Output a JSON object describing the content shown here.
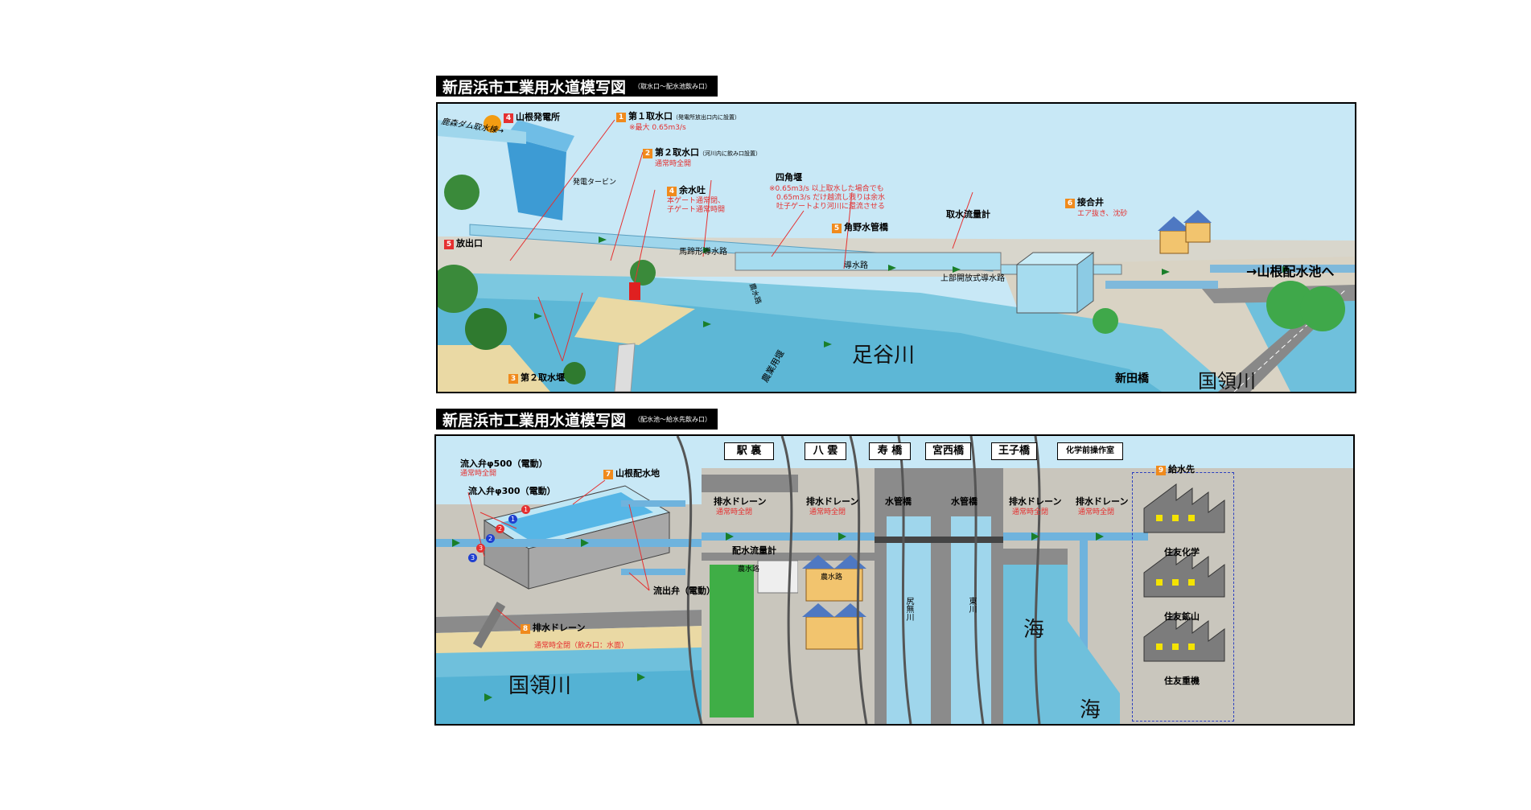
{
  "top": {
    "title": "新居浜市工業用水道模写図",
    "subtitle": "（取水口〜配水池飲み口）",
    "labels": {
      "dam_line": "鹿森ダム取水棟→",
      "plant": "山根発電所",
      "plant_num": "4",
      "turbine": "発電タービン",
      "outlet": "放出口",
      "outlet_num": "5",
      "intake1": "第１取水口",
      "intake1_note": "（発電所放出口内に設置）",
      "intake1_num": "1",
      "intake1_red": "※最大 0.65m3/s",
      "intake2": "第２取水口",
      "intake2_note": "（河川内に飲み口設置）",
      "intake2_num": "2",
      "intake2_red": "通常時全開",
      "spill": "余水吐",
      "spill_num": "4",
      "spill_red": "本ゲート通常閉、\n子ゲート通常時開",
      "weir4": "四角堰",
      "weir4_red": "※0.65m3/s 以上取水した場合でも\n　0.65m3/s だけ越流し残りは余水\n　吐子ゲートより河川に還流させる",
      "bridge": "角野水管橋",
      "bridge_num": "5",
      "flow_meter": "取水流量計",
      "junction": "接合井",
      "junction_num": "6",
      "junction_red": "エア抜き、沈砂",
      "horseshoe": "馬蹄形導水路",
      "channel": "導水路",
      "open_channel": "上部開放式導水路",
      "farm_channel": "農水路",
      "agri_weir": "農業用堰",
      "weir2": "第２取水堰",
      "weir2_num": "3",
      "river": "足谷川",
      "shinden": "新田橋",
      "kokuryo": "国領川",
      "to_yamane": "→山根配水池へ"
    }
  },
  "bottom": {
    "title": "新居浜市工業用水道模写図",
    "subtitle": "（配水池〜給水先飲み口）",
    "labels": {
      "valve500": "流入弁φ500（電動）",
      "valve500_red": "通常時全開",
      "valve300": "流入弁φ300（電動）",
      "reservoir": "山根配水地",
      "reservoir_num": "7",
      "outflow_valve": "流出弁（電動）",
      "drain": "排水ドレーン",
      "drain_num": "8",
      "drain_red": "通常時全閉（飲み口：水面）",
      "river": "国領川",
      "sec1": "駅 裏",
      "sec2": "八 雲",
      "sec3": "寿 橋",
      "sec4": "宮西橋",
      "sec5": "王子橋",
      "sec6": "化学前操作室",
      "drain_a": "排水ドレーン",
      "drain_a_red": "通常時全閉",
      "dist_meter": "配水流量計",
      "farm1": "農水路",
      "drain_b": "排水ドレーン",
      "drain_b_red": "通常時全閉",
      "farm2": "農水路",
      "pipe_bridge1": "水管橋",
      "pipe_bridge2": "水管橋",
      "river_shirinashi": "尻無川",
      "river_higashi": "東川",
      "drain_c": "排水ドレーン",
      "drain_c_red": "通常時全閉",
      "drain_d": "排水ドレーン",
      "drain_d_red": "通常時全閉",
      "sea1": "海",
      "sea2": "海",
      "supply": "給水先",
      "supply_num": "9",
      "co1": "住友化学",
      "co2": "住友鉱山",
      "co3": "住友重機",
      "v1": "1",
      "v2": "1",
      "v3": "2",
      "v4": "2",
      "v5": "3",
      "v6": "3"
    }
  }
}
